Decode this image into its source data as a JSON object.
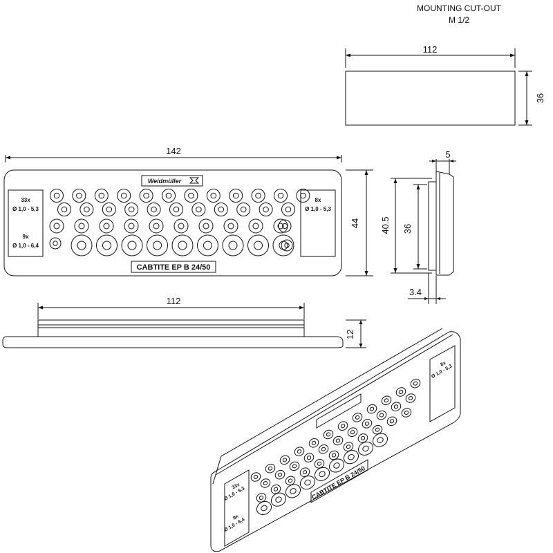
{
  "title": {
    "line1": "MOUNTING CUT-OUT",
    "line2": "M 1/2"
  },
  "cutout": {
    "width_label": "112",
    "height_label": "36"
  },
  "front_view": {
    "width_label": "142",
    "height_label": "44",
    "brand": "Weidmüller",
    "product": "CABTITE  EP B 24/50",
    "left_top": {
      "count": "33x",
      "range": "Ø 1,0 - 5,3"
    },
    "left_bottom": {
      "count": "9x",
      "range": "Ø 1,0 - 6,4"
    },
    "right_top": {
      "count": "8x",
      "range": "Ø 1,0 - 5,3"
    }
  },
  "side_view": {
    "top_label": "5",
    "outer_label": "40.5",
    "inner_label": "36",
    "bottom_label": "3.4"
  },
  "bottom_view": {
    "width_label": "112",
    "height_label": "12"
  },
  "perspective_view": {
    "product": "CABTITE EP B 24/50",
    "left_top": {
      "count": "33x",
      "range": "Ø 1,0 - 5,3"
    },
    "left_bottom": {
      "count": "9x",
      "range": "Ø 1,0 - 6,4"
    },
    "right_top": {
      "count": "8x",
      "range": "Ø 1,0 - 5,3"
    }
  },
  "colors": {
    "line": "#111111",
    "background": "#ffffff"
  }
}
